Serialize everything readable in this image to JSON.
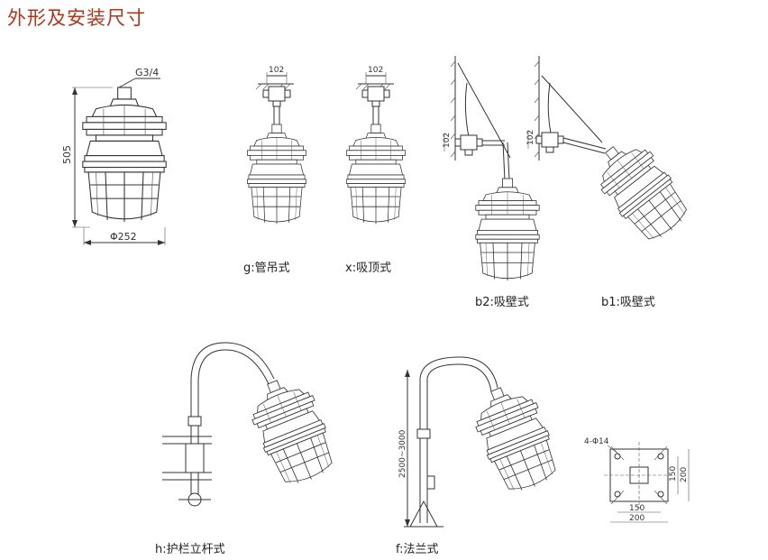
{
  "title": "外形及安装尺寸",
  "captions": {
    "g": "g:管吊式",
    "x": "x:吸顶式",
    "b2": "b2:吸壁式",
    "b1": "b1:吸壁式",
    "h": "h:护栏立杆式",
    "f": "f:法兰式"
  },
  "dimensions": {
    "thread": "G3/4",
    "height": "505",
    "diameter": "Φ252",
    "g_width": "102",
    "x_width": "102",
    "b2_small": "102",
    "b1_small": "102",
    "pole_height": "2500~3000",
    "flange_holes": "4-Φ14",
    "flange_inner_h": "150",
    "flange_outer_h": "200",
    "flange_inner_w": "150",
    "flange_outer_w": "200"
  },
  "colors": {
    "title": "#b5341a",
    "line": "#333333"
  }
}
